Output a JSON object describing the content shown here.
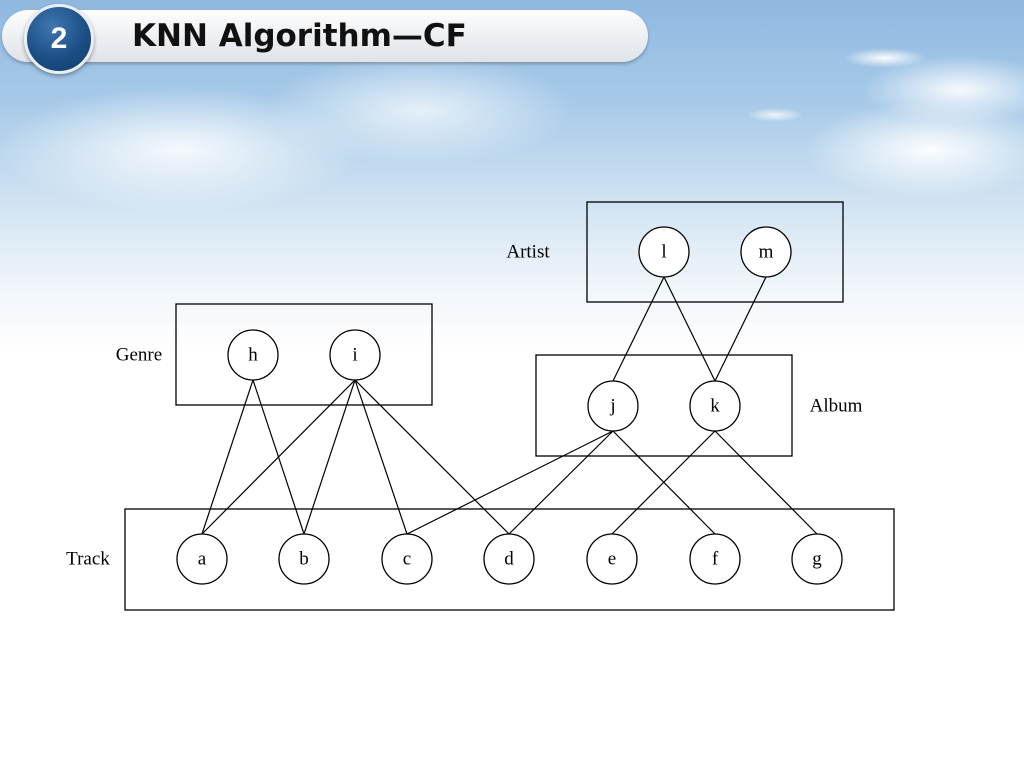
{
  "slide": {
    "number": "2",
    "title": "KNN Algorithm—CF"
  },
  "diagram": {
    "layers": [
      {
        "id": "artist",
        "label": "Artist"
      },
      {
        "id": "genre",
        "label": "Genre"
      },
      {
        "id": "album",
        "label": "Album"
      },
      {
        "id": "track",
        "label": "Track"
      }
    ],
    "nodes": [
      {
        "id": "l",
        "label": "l",
        "layer": "artist"
      },
      {
        "id": "m",
        "label": "m",
        "layer": "artist"
      },
      {
        "id": "h",
        "label": "h",
        "layer": "genre"
      },
      {
        "id": "i",
        "label": "i",
        "layer": "genre"
      },
      {
        "id": "j",
        "label": "j",
        "layer": "album"
      },
      {
        "id": "k",
        "label": "k",
        "layer": "album"
      },
      {
        "id": "a",
        "label": "a",
        "layer": "track"
      },
      {
        "id": "b",
        "label": "b",
        "layer": "track"
      },
      {
        "id": "c",
        "label": "c",
        "layer": "track"
      },
      {
        "id": "d",
        "label": "d",
        "layer": "track"
      },
      {
        "id": "e",
        "label": "e",
        "layer": "track"
      },
      {
        "id": "f",
        "label": "f",
        "layer": "track"
      },
      {
        "id": "g",
        "label": "g",
        "layer": "track"
      }
    ],
    "edges": [
      [
        "h",
        "a"
      ],
      [
        "h",
        "b"
      ],
      [
        "i",
        "a"
      ],
      [
        "i",
        "b"
      ],
      [
        "i",
        "c"
      ],
      [
        "i",
        "d"
      ],
      [
        "l",
        "j"
      ],
      [
        "l",
        "k"
      ],
      [
        "m",
        "k"
      ],
      [
        "j",
        "c"
      ],
      [
        "j",
        "d"
      ],
      [
        "j",
        "f"
      ],
      [
        "k",
        "e"
      ],
      [
        "k",
        "g"
      ]
    ]
  }
}
